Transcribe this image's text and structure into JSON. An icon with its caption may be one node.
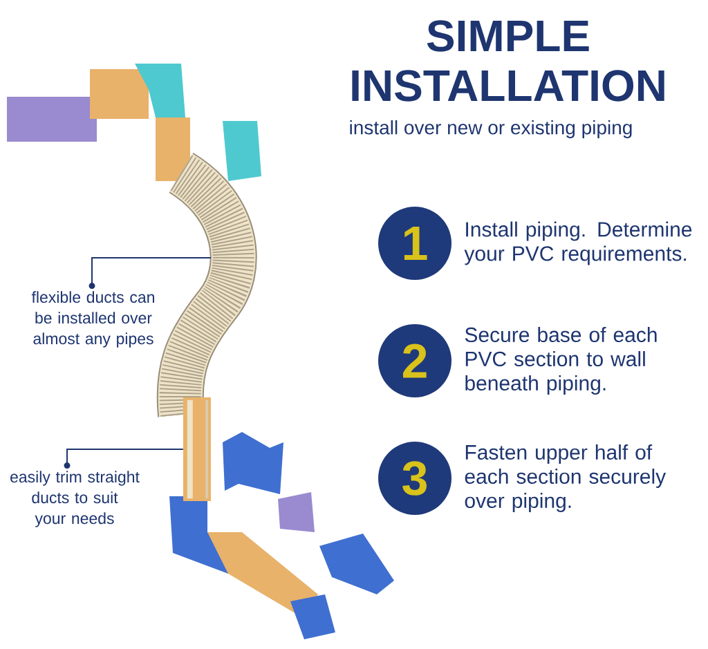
{
  "diagram": {
    "title": "SIMPLE INSTALLATION",
    "nodes": [
      {
        "text": [
          "1"
        ],
        "beside": [
          "Install piping. Determine your PVC requirements."
        ]
      },
      {
        "text": [
          "2"
        ],
        "beside": [
          "Secure base of each PVC section to wall beneath piping."
        ]
      },
      {
        "text": [
          "3"
        ],
        "beside": [
          "Fasten upper half of each section securely over piping."
        ]
      },
      {
        "text": [
          "flexible ducts can be installed over almost any pipes"
        ]
      },
      {
        "text": [],
        "shape": "picture"
      },
      {
        "text": [
          "easily trim straight ducts to suit your needs"
        ]
      },
      {
        "text": [],
        "shape": "picture"
      }
    ],
    "edges": [
      {
        "from": 4,
        "to": 3,
        "arrow": "to"
      },
      {
        "from": 6,
        "to": 5,
        "arrow": "to"
      }
    ],
    "labels": [
      "install over new or existing piping"
    ]
  }
}
